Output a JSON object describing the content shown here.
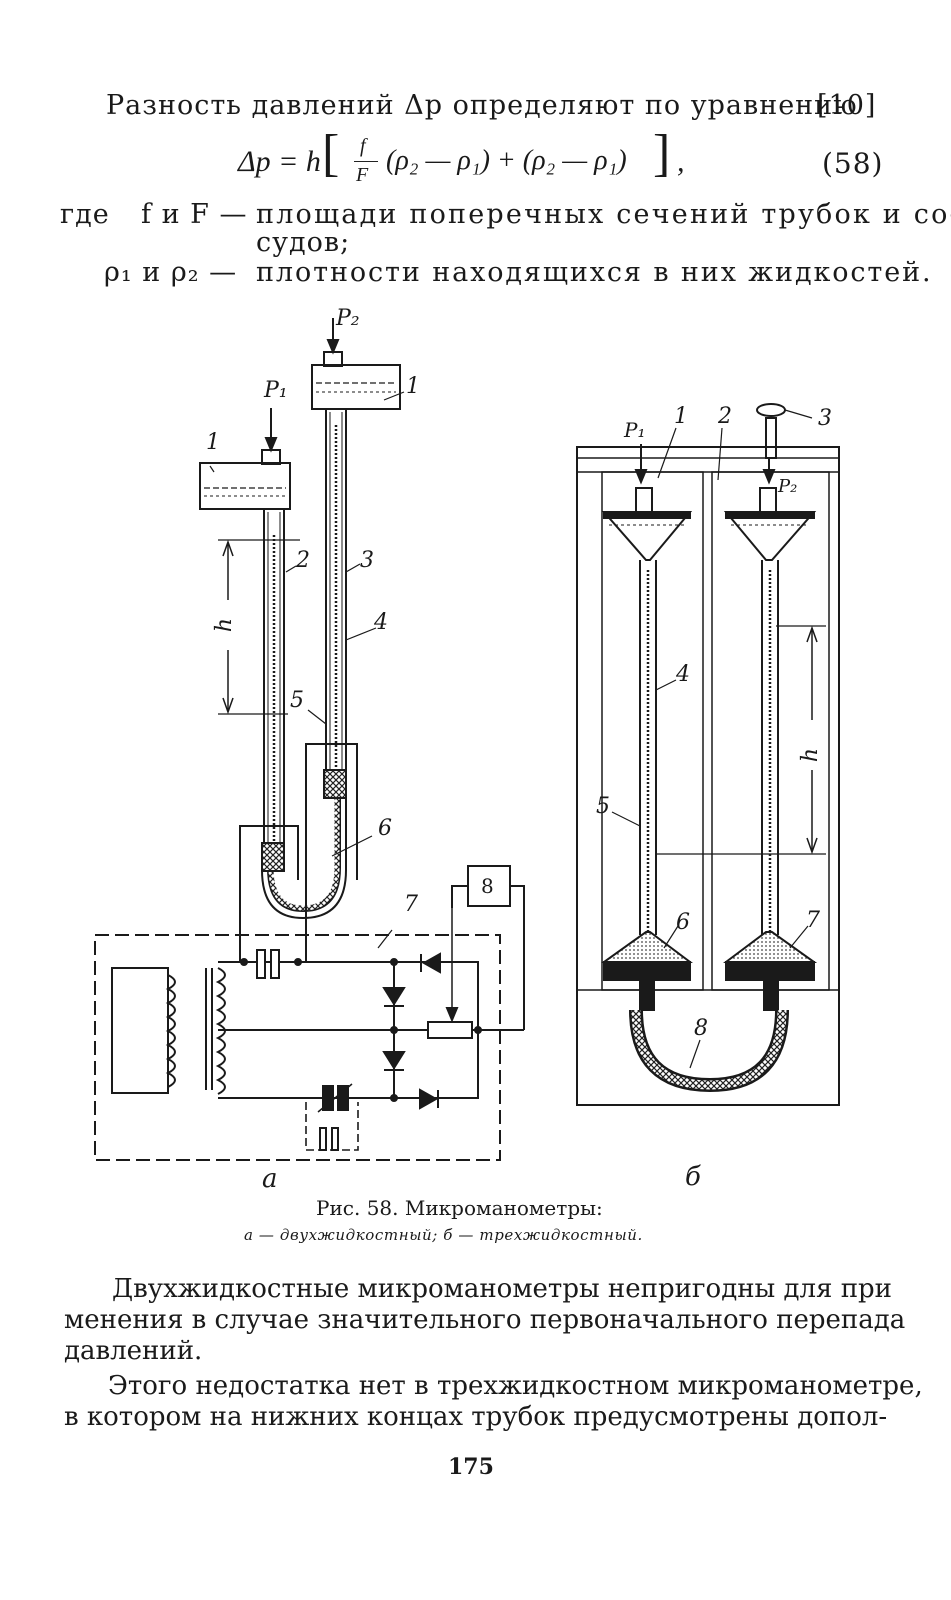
{
  "text": {
    "line1": "Разность давлений Δp определяют по уравнению",
    "ref": "[10]",
    "eq_num": "(58)",
    "where_label": "где",
    "where_sym1": "f и F —",
    "where_def1": "площади поперечных сечений трубок и со-",
    "where_def1b": "судов;",
    "where_sym2": "ρ₁ и ρ₂ —",
    "where_def2": "плотности находящихся в них жидкостей.",
    "caption_title": "Рис. 58. Микроманометры:",
    "caption_sub": "а — двухжидкостный; б — трехжидкостный.",
    "para1_l1": "Двухжидкостные микроманометры непригодны для при",
    "para1_l2": "менения в случае значительного первоначального перепада",
    "para1_l3": "давлений.",
    "para2_l1": "Этого недостатка нет в трехжидкостном микроманометре,",
    "para2_l2": "в котором на нижних концах трубок предусмотрены допол-",
    "page_number": "175"
  },
  "equation": {
    "lhs": "Δp = h",
    "frac_num": "f",
    "frac_den": "F",
    "term1": "(ρ₂ — ρ₁) + (ρ₂ — ρ₁)",
    "tail": ","
  },
  "figure": {
    "labels_a": {
      "p1": "P₁",
      "p2": "P₂",
      "n1a": "1",
      "n1b": "1",
      "n2": "2",
      "n3": "3",
      "n4": "4",
      "n5": "5",
      "n6": "6",
      "n7": "7",
      "n8": "8",
      "h": "h",
      "sub": "а"
    },
    "labels_b": {
      "p1": "P₁",
      "p2": "P₂",
      "n1": "1",
      "n2": "2",
      "n3": "3",
      "n4": "4",
      "n5": "5",
      "n6": "6",
      "n7": "7",
      "n8": "8",
      "h": "h",
      "sub": "б"
    }
  }
}
